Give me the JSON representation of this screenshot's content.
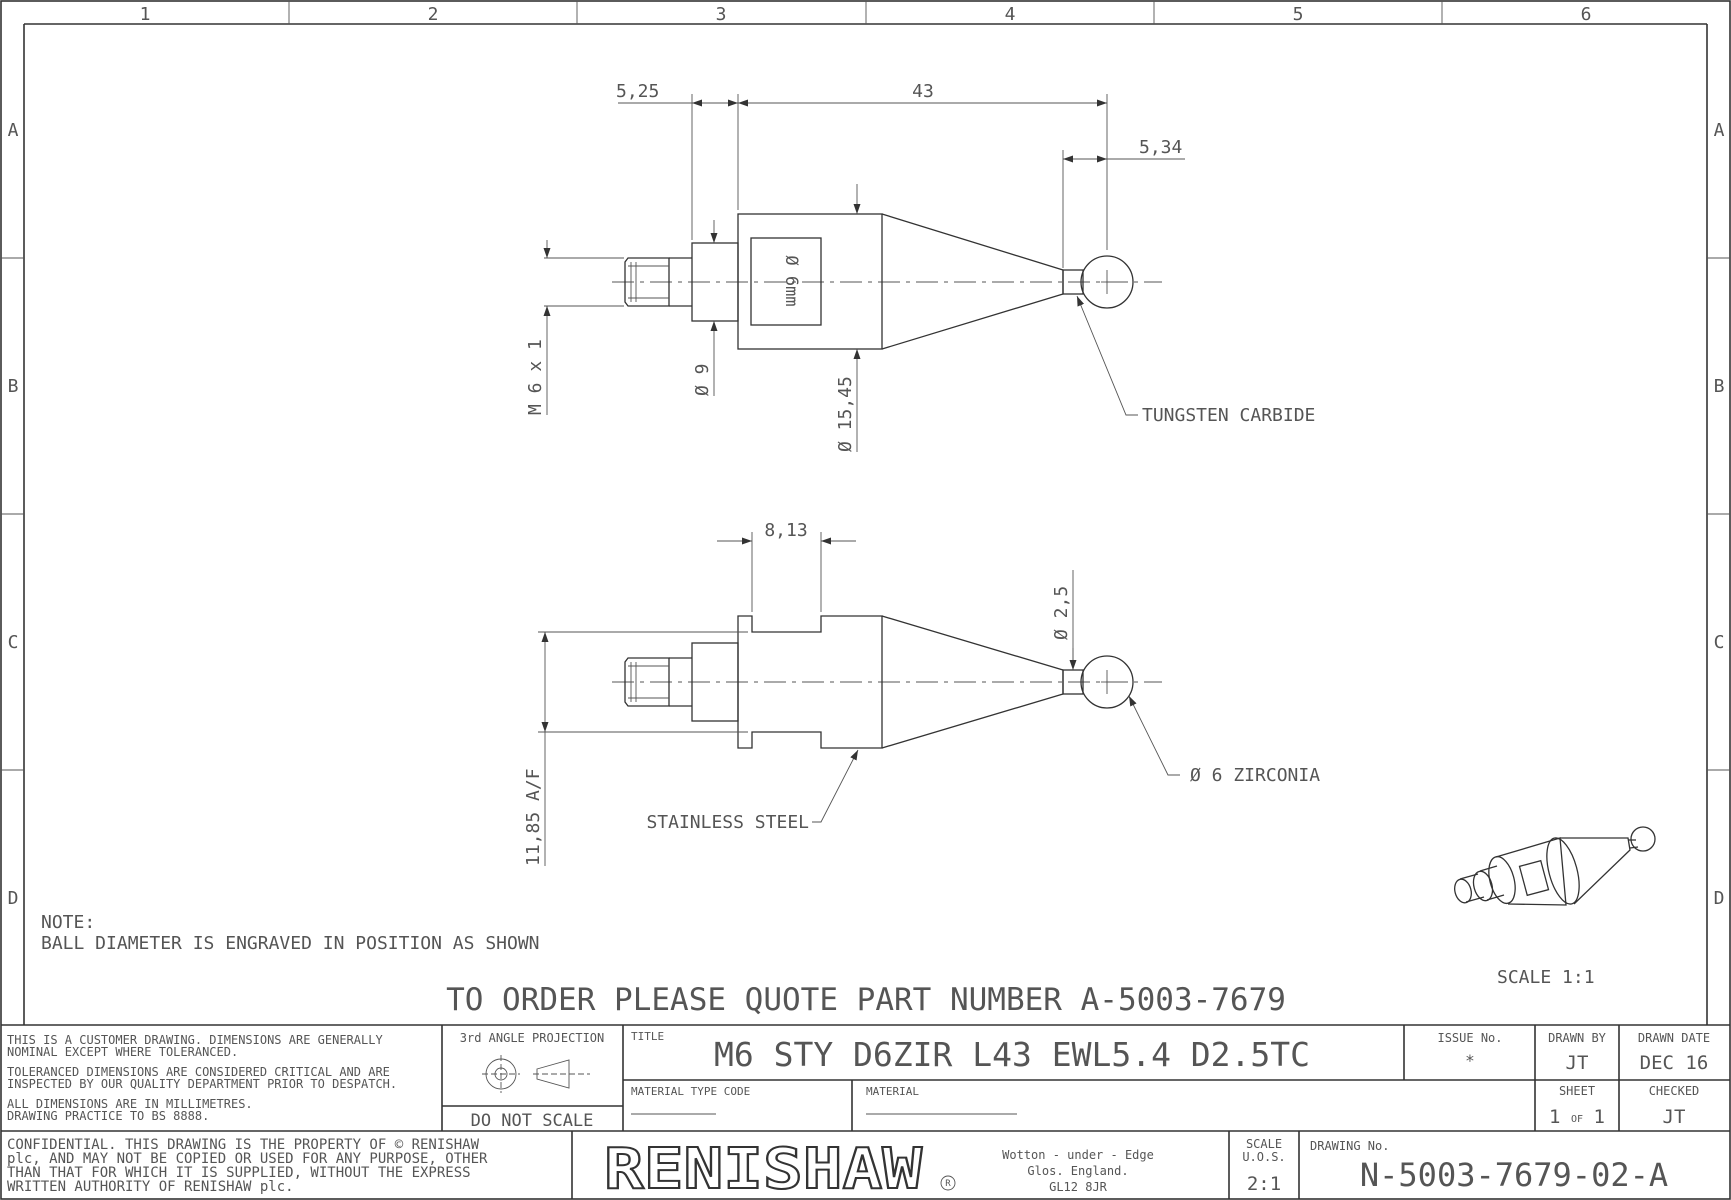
{
  "zones": {
    "columns": [
      "1",
      "2",
      "3",
      "4",
      "5",
      "6"
    ],
    "rows": [
      "A",
      "B",
      "C",
      "D"
    ]
  },
  "top_view": {
    "dim_spigot": "5,25",
    "dim_length": "43",
    "dim_ewl": "5,34",
    "dim_thread": "M 6 x 1",
    "dim_body_dia": "Ø 9",
    "dim_cone_dia": "Ø 15,45",
    "engraving": "Ø 6mm",
    "callout_stem": "TUNGSTEN CARBIDE"
  },
  "side_view": {
    "dim_flat_width": "8,13",
    "dim_across_flats": "11,85 A/F",
    "dim_stem_dia": "Ø 2,5",
    "callout_ball": "Ø 6 ZIRCONIA",
    "callout_body": "STAINLESS STEEL"
  },
  "notes": {
    "heading": "NOTE:",
    "line1": "BALL DIAMETER IS ENGRAVED IN POSITION AS SHOWN"
  },
  "iso_scale": "SCALE 1:1",
  "order_text": "TO ORDER PLEASE QUOTE PART NUMBER A-5003-7679",
  "title_block": {
    "general_1": "THIS IS A CUSTOMER DRAWING. DIMENSIONS ARE GENERALLY",
    "general_2": "NOMINAL EXCEPT WHERE TOLERANCED.",
    "tol_1": "TOLERANCED DIMENSIONS ARE CONSIDERED CRITICAL AND ARE",
    "tol_2": "INSPECTED BY OUR QUALITY DEPARTMENT PRIOR TO DESPATCH.",
    "units_1": "ALL DIMENSIONS ARE IN MILLIMETRES.",
    "units_2": "DRAWING PRACTICE TO BS 8888.",
    "projection_label": "3rd ANGLE PROJECTION",
    "do_not_scale": "DO NOT SCALE",
    "title_label": "TITLE",
    "title": "M6 STY D6ZIR L43 EWL5.4 D2.5TC",
    "issue_label": "ISSUE No.",
    "issue": "*",
    "drawn_by_label": "DRAWN BY",
    "drawn_by": "JT",
    "drawn_date_label": "DRAWN DATE",
    "drawn_date": "DEC 16",
    "material_type_label": "MATERIAL TYPE CODE",
    "material_label": "MATERIAL",
    "sheet_label": "SHEET",
    "sheet_num": "1",
    "sheet_of": "OF",
    "sheet_total": "1",
    "checked_label": "CHECKED",
    "checked": "JT",
    "confidential_1": "CONFIDENTIAL. THIS DRAWING IS THE PROPERTY OF © RENISHAW",
    "confidential_2": "plc, AND MAY NOT BE COPIED OR USED FOR ANY PURPOSE, OTHER",
    "confidential_3": "THAN THAT FOR WHICH IT IS SUPPLIED, WITHOUT THE EXPRESS",
    "confidential_4": "WRITTEN AUTHORITY OF RENISHAW plc.",
    "logo": "RENISHAW",
    "address_1": "Wotton - under - Edge",
    "address_2": "Glos. England.",
    "address_3": "GL12 8JR",
    "scale_label_1": "SCALE",
    "scale_label_2": "U.O.S.",
    "scale": "2:1",
    "drawing_no_label": "DRAWING No.",
    "drawing_no": "N-5003-7679-02-A"
  }
}
